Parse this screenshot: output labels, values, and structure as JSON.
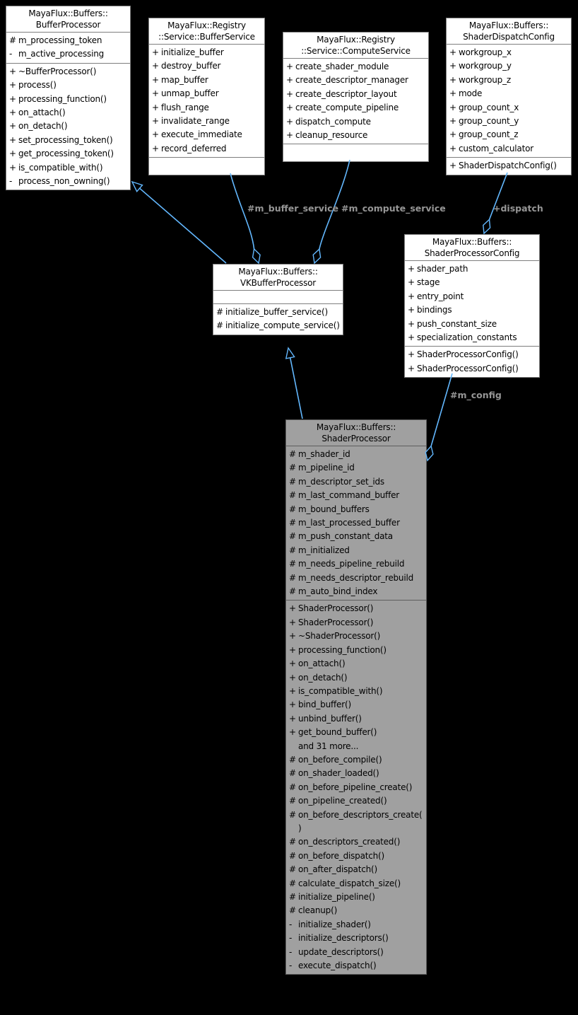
{
  "diagram": {
    "colors": {
      "background": "#000000",
      "boxFill": "#ffffff",
      "boxBorder": "#7e7e7e",
      "highlightFill": "#a0a0a0",
      "highlightBorder": "#5e5e5e",
      "text": "#000000",
      "edge": "#63b8ff",
      "edgeLabel": "#969696"
    },
    "classes": [
      {
        "id": "buffer-processor",
        "title_lines": [
          "MayaFlux::Buffers::",
          "BufferProcessor"
        ],
        "attributes": [
          {
            "p": "#",
            "t": "m_processing_token"
          },
          {
            "p": "-",
            "t": "m_active_processing"
          }
        ],
        "methods": [
          {
            "p": "+",
            "t": "~BufferProcessor()"
          },
          {
            "p": "+",
            "t": "process()"
          },
          {
            "p": "+",
            "t": "processing_function()"
          },
          {
            "p": "+",
            "t": "on_attach()"
          },
          {
            "p": "+",
            "t": "on_detach()"
          },
          {
            "p": "+",
            "t": "set_processing_token()"
          },
          {
            "p": "+",
            "t": "get_processing_token()"
          },
          {
            "p": "+",
            "t": "is_compatible_with()"
          },
          {
            "p": "-",
            "t": "process_non_owning()"
          }
        ]
      },
      {
        "id": "buffer-service",
        "title_lines": [
          "MayaFlux::Registry",
          "::Service::BufferService"
        ],
        "attributes": [
          {
            "p": "+",
            "t": "initialize_buffer"
          },
          {
            "p": "+",
            "t": "destroy_buffer"
          },
          {
            "p": "+",
            "t": "map_buffer"
          },
          {
            "p": "+",
            "t": "unmap_buffer"
          },
          {
            "p": "+",
            "t": "flush_range"
          },
          {
            "p": "+",
            "t": "invalidate_range"
          },
          {
            "p": "+",
            "t": "execute_immediate"
          },
          {
            "p": "+",
            "t": "record_deferred"
          }
        ],
        "methods": []
      },
      {
        "id": "compute-service",
        "title_lines": [
          "MayaFlux::Registry",
          "::Service::ComputeService"
        ],
        "attributes": [
          {
            "p": "+",
            "t": "create_shader_module"
          },
          {
            "p": "+",
            "t": "create_descriptor_manager"
          },
          {
            "p": "+",
            "t": "create_descriptor_layout"
          },
          {
            "p": "+",
            "t": "create_compute_pipeline"
          },
          {
            "p": "+",
            "t": "dispatch_compute"
          },
          {
            "p": "+",
            "t": "cleanup_resource"
          }
        ],
        "methods": []
      },
      {
        "id": "shader-dispatch-config",
        "title_lines": [
          "MayaFlux::Buffers::",
          "ShaderDispatchConfig"
        ],
        "attributes": [
          {
            "p": "+",
            "t": "workgroup_x"
          },
          {
            "p": "+",
            "t": "workgroup_y"
          },
          {
            "p": "+",
            "t": "workgroup_z"
          },
          {
            "p": "+",
            "t": "mode"
          },
          {
            "p": "+",
            "t": "group_count_x"
          },
          {
            "p": "+",
            "t": "group_count_y"
          },
          {
            "p": "+",
            "t": "group_count_z"
          },
          {
            "p": "+",
            "t": "custom_calculator"
          }
        ],
        "methods": [
          {
            "p": "+",
            "t": "ShaderDispatchConfig()"
          }
        ]
      },
      {
        "id": "vk-buffer-processor",
        "title_lines": [
          "MayaFlux::Buffers::",
          "VKBufferProcessor"
        ],
        "attributes": [],
        "methods": [
          {
            "p": "#",
            "t": "initialize_buffer_service()"
          },
          {
            "p": "#",
            "t": "initialize_compute_service()"
          }
        ]
      },
      {
        "id": "shader-processor-config",
        "title_lines": [
          "MayaFlux::Buffers::",
          "ShaderProcessorConfig"
        ],
        "attributes": [
          {
            "p": "+",
            "t": "shader_path"
          },
          {
            "p": "+",
            "t": "stage"
          },
          {
            "p": "+",
            "t": "entry_point"
          },
          {
            "p": "+",
            "t": "bindings"
          },
          {
            "p": "+",
            "t": "push_constant_size"
          },
          {
            "p": "+",
            "t": "specialization_constants"
          }
        ],
        "methods": [
          {
            "p": "+",
            "t": "ShaderProcessorConfig()"
          },
          {
            "p": "+",
            "t": "ShaderProcessorConfig()"
          }
        ]
      },
      {
        "id": "shader-processor",
        "title_lines": [
          "MayaFlux::Buffers::",
          "ShaderProcessor"
        ],
        "attributes": [
          {
            "p": "#",
            "t": "m_shader_id"
          },
          {
            "p": "#",
            "t": "m_pipeline_id"
          },
          {
            "p": "#",
            "t": "m_descriptor_set_ids"
          },
          {
            "p": "#",
            "t": "m_last_command_buffer"
          },
          {
            "p": "#",
            "t": "m_bound_buffers"
          },
          {
            "p": "#",
            "t": "m_last_processed_buffer"
          },
          {
            "p": "#",
            "t": "m_push_constant_data"
          },
          {
            "p": "#",
            "t": "m_initialized"
          },
          {
            "p": "#",
            "t": "m_needs_pipeline_rebuild"
          },
          {
            "p": "#",
            "t": "m_needs_descriptor_rebuild"
          },
          {
            "p": "#",
            "t": "m_auto_bind_index"
          }
        ],
        "methods": [
          {
            "p": "+",
            "t": "ShaderProcessor()"
          },
          {
            "p": "+",
            "t": "ShaderProcessor()"
          },
          {
            "p": "+",
            "t": "~ShaderProcessor()"
          },
          {
            "p": "+",
            "t": "processing_function()"
          },
          {
            "p": "+",
            "t": "on_attach()"
          },
          {
            "p": "+",
            "t": "on_detach()"
          },
          {
            "p": "+",
            "t": "is_compatible_with()"
          },
          {
            "p": "+",
            "t": "bind_buffer()"
          },
          {
            "p": "+",
            "t": "unbind_buffer()"
          },
          {
            "p": "+",
            "t": "get_bound_buffer()"
          },
          {
            "p": "",
            "t": "and 31 more..."
          },
          {
            "p": "#",
            "t": "on_before_compile()"
          },
          {
            "p": "#",
            "t": "on_shader_loaded()"
          },
          {
            "p": "#",
            "t": "on_before_pipeline_create()"
          },
          {
            "p": "#",
            "t": "on_pipeline_created()"
          },
          {
            "p": "#",
            "t": "on_before_descriptors_create()"
          },
          {
            "p": "#",
            "t": "on_descriptors_created()"
          },
          {
            "p": "#",
            "t": "on_before_dispatch()"
          },
          {
            "p": "#",
            "t": "on_after_dispatch()"
          },
          {
            "p": "#",
            "t": "calculate_dispatch_size()"
          },
          {
            "p": "#",
            "t": "initialize_pipeline()"
          },
          {
            "p": "#",
            "t": "cleanup()"
          },
          {
            "p": "-",
            "t": "initialize_shader()"
          },
          {
            "p": "-",
            "t": "initialize_descriptors()"
          },
          {
            "p": "-",
            "t": "update_descriptors()"
          },
          {
            "p": "-",
            "t": "execute_dispatch()"
          }
        ]
      }
    ],
    "edges": [
      {
        "type": "inheritance",
        "from": "MayaFlux::Buffers::VKBufferProcessor",
        "to": "MayaFlux::Buffers::BufferProcessor",
        "label": ""
      },
      {
        "type": "aggregation",
        "from": "MayaFlux::Registry::Service::BufferService",
        "to": "MayaFlux::Buffers::VKBufferProcessor",
        "label": "#m_buffer_service"
      },
      {
        "type": "aggregation",
        "from": "MayaFlux::Registry::Service::ComputeService",
        "to": "MayaFlux::Buffers::VKBufferProcessor",
        "label": "#m_compute_service"
      },
      {
        "type": "aggregation",
        "from": "MayaFlux::Buffers::ShaderDispatchConfig",
        "to": "MayaFlux::Buffers::ShaderProcessorConfig",
        "label": "+dispatch"
      },
      {
        "type": "aggregation",
        "from": "MayaFlux::Buffers::ShaderProcessorConfig",
        "to": "MayaFlux::Buffers::ShaderProcessor",
        "label": "#m_config"
      },
      {
        "type": "inheritance",
        "from": "MayaFlux::Buffers::ShaderProcessor",
        "to": "MayaFlux::Buffers::VKBufferProcessor",
        "label": ""
      }
    ]
  }
}
